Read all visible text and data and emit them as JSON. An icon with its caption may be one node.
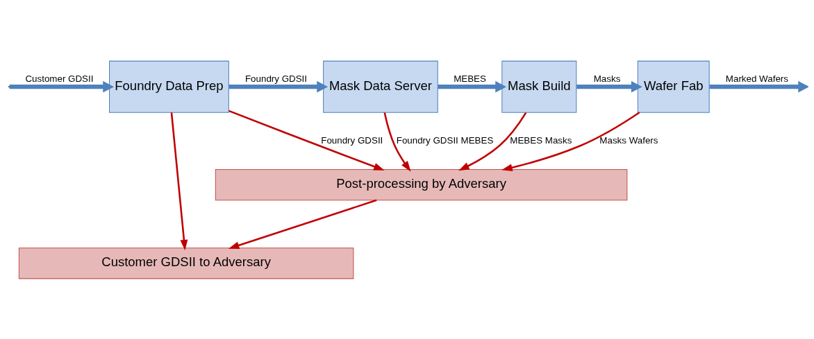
{
  "diagram": {
    "nodes": [
      {
        "text": [
          "Foundry Data Prep"
        ]
      },
      {
        "text": [
          "Mask Data Server"
        ]
      },
      {
        "text": [
          "Mask Build"
        ]
      },
      {
        "text": [
          "Wafer Fab"
        ]
      },
      {
        "text": [
          "Post-processing by Adversary"
        ]
      },
      {
        "text": [
          "Customer GDSII to Adversary"
        ]
      }
    ],
    "edges": [
      {
        "from": null,
        "to": 0,
        "arrow": "to",
        "label": "Customer GDSII",
        "style": "thick",
        "color": "#4f81bd"
      },
      {
        "from": 0,
        "to": 1,
        "arrow": "to",
        "label": "Foundry GDSII",
        "style": "thick",
        "color": "#4f81bd"
      },
      {
        "from": 1,
        "to": 2,
        "arrow": "to",
        "label": "MEBES",
        "style": "thick",
        "color": "#4f81bd"
      },
      {
        "from": 2,
        "to": 3,
        "arrow": "to",
        "label": "Masks",
        "style": "thick",
        "color": "#4f81bd"
      },
      {
        "from": 3,
        "to": null,
        "arrow": "to",
        "label": "Marked Wafers",
        "style": "thick",
        "color": "#4f81bd"
      },
      {
        "from": 0,
        "to": 4,
        "arrow": "to",
        "label": "Foundry GDSII"
      },
      {
        "from": 1,
        "to": 4,
        "arrow": "to",
        "label": "Foundry GDSII MEBES"
      },
      {
        "from": 2,
        "to": 4,
        "arrow": "to",
        "label": "MEBES Masks"
      },
      {
        "from": 3,
        "to": 4,
        "arrow": "to",
        "label": "Masks Wafers"
      },
      {
        "from": 4,
        "to": 5,
        "arrow": "to"
      },
      {
        "from": 0,
        "to": 5,
        "arrow": "to"
      }
    ]
  }
}
